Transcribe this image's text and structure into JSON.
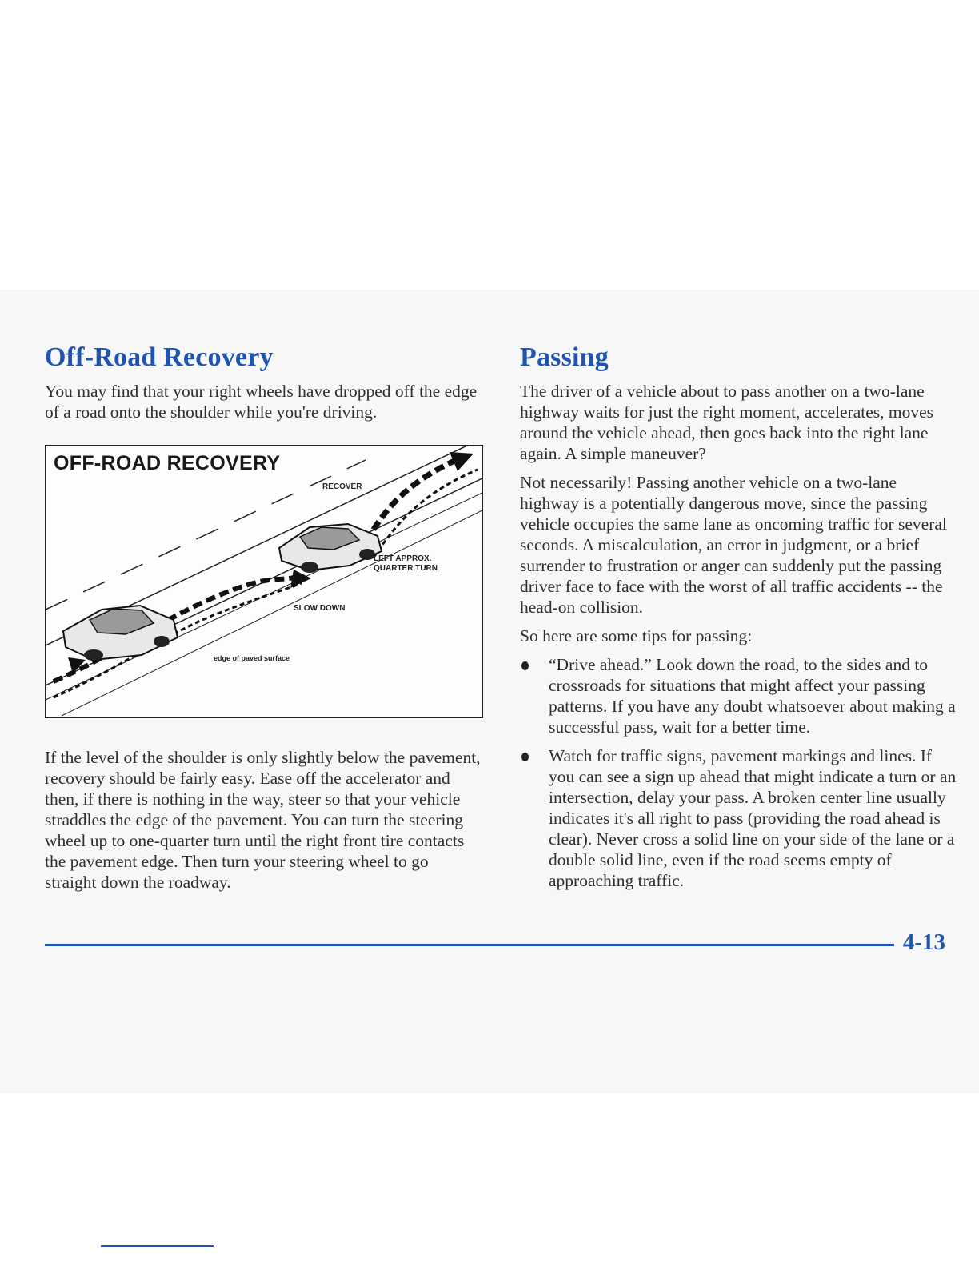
{
  "left": {
    "title": "Off-Road Recovery",
    "intro": "You may find that your right wheels have dropped off the edge of a road onto the shoulder while you're driving.",
    "figure": {
      "title": "OFF-ROAD RECOVERY",
      "labels": {
        "recover": "RECOVER",
        "left_turn_line1": "LEFT APPROX.",
        "left_turn_line2": "QUARTER TURN",
        "slow_down": "SLOW DOWN",
        "edge": "edge of paved surface"
      }
    },
    "body": "If the level of the shoulder is only slightly below the pavement, recovery should be fairly easy. Ease off the accelerator and then, if there is nothing in the way, steer so that your vehicle straddles the edge of the pavement. You can turn the steering wheel up to one-quarter turn until the right front tire contacts the pavement edge. Then turn your steering wheel to go straight down the roadway."
  },
  "right": {
    "title": "Passing",
    "p1": "The driver of a vehicle about to pass another on a two-lane highway waits for just the right moment, accelerates, moves around the vehicle ahead, then goes back into the right lane again. A simple maneuver?",
    "p2": "Not necessarily! Passing another vehicle on a two-lane highway is a potentially dangerous move, since the passing vehicle occupies the same lane as oncoming traffic for several seconds. A miscalculation, an error in judgment, or a brief surrender to frustration or anger can suddenly put the passing driver face to face with the worst of all traffic accidents -- the head-on collision.",
    "p3": "So here are some tips for passing:",
    "tips": [
      "“Drive ahead.” Look down the road, to the sides and to crossroads for situations that might affect your passing patterns. If you have any doubt whatsoever about making a successful pass, wait for a better time.",
      "Watch for traffic signs, pavement markings and lines. If you can see a sign up ahead that might indicate a turn or an intersection, delay your pass. A broken center line usually indicates it's all right to pass (providing the road ahead is clear). Never cross a solid line on your side of the lane or a double solid line, even if the road seems empty of approaching traffic."
    ]
  },
  "footer": {
    "page_number": "4-13"
  },
  "colors": {
    "accent": "#1f55b0",
    "text": "#2e2e2e",
    "band": "#f7f7f7"
  }
}
